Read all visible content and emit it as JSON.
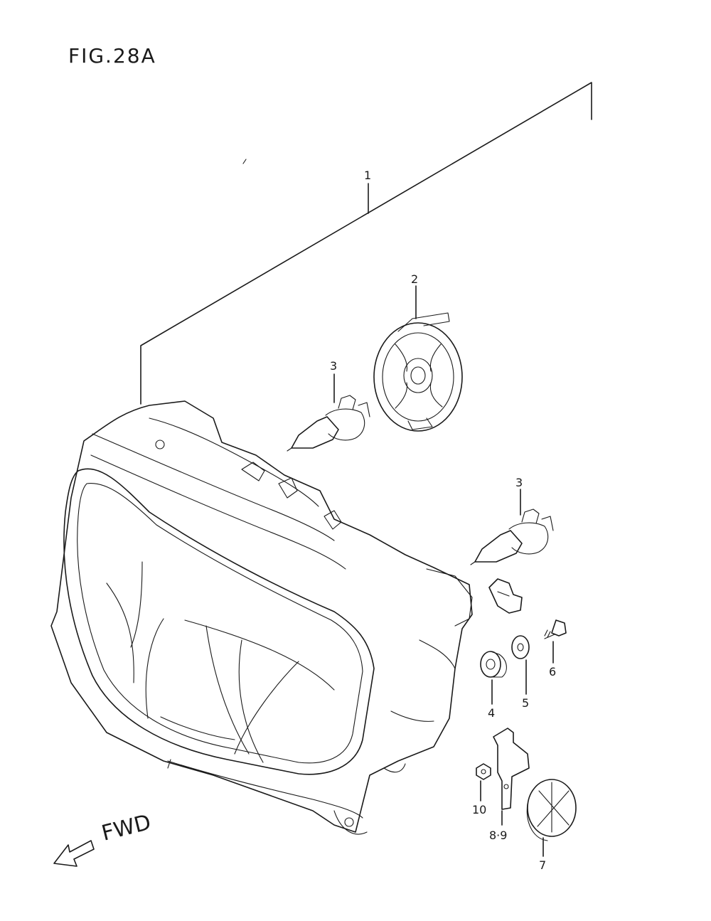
{
  "figure": {
    "title": "FIG.28A"
  },
  "callouts": {
    "c1": "1",
    "c2": "2",
    "c3a": "3",
    "c3b": "3",
    "c4": "4",
    "c5": "5",
    "c6": "6",
    "c7": "7",
    "c89": "8·9",
    "c10": "10"
  },
  "direction": {
    "label": "FWD"
  }
}
